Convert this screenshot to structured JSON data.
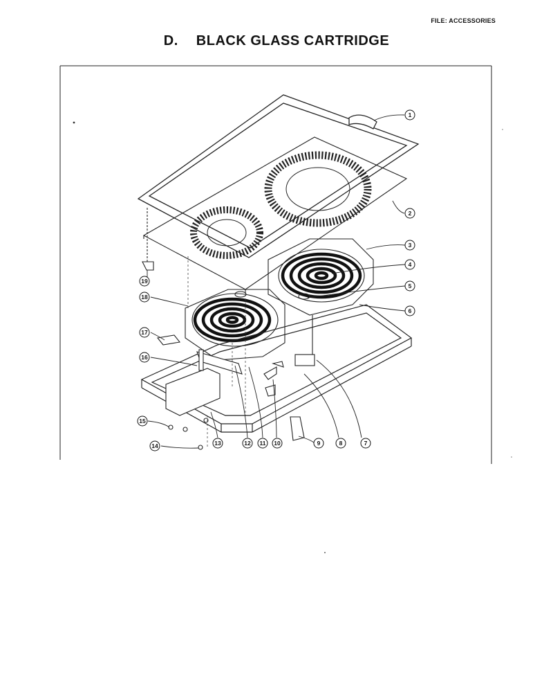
{
  "header": {
    "file_label": "FILE: ACCESSORIES",
    "section_letter": "D.",
    "section_title": "BLACK GLASS CARTRIDGE"
  },
  "diagram": {
    "callouts": [
      "1",
      "2",
      "3",
      "4",
      "5",
      "6",
      "7",
      "8",
      "9",
      "10",
      "11",
      "12",
      "13",
      "14",
      "15",
      "16",
      "17",
      "18",
      "19"
    ]
  }
}
